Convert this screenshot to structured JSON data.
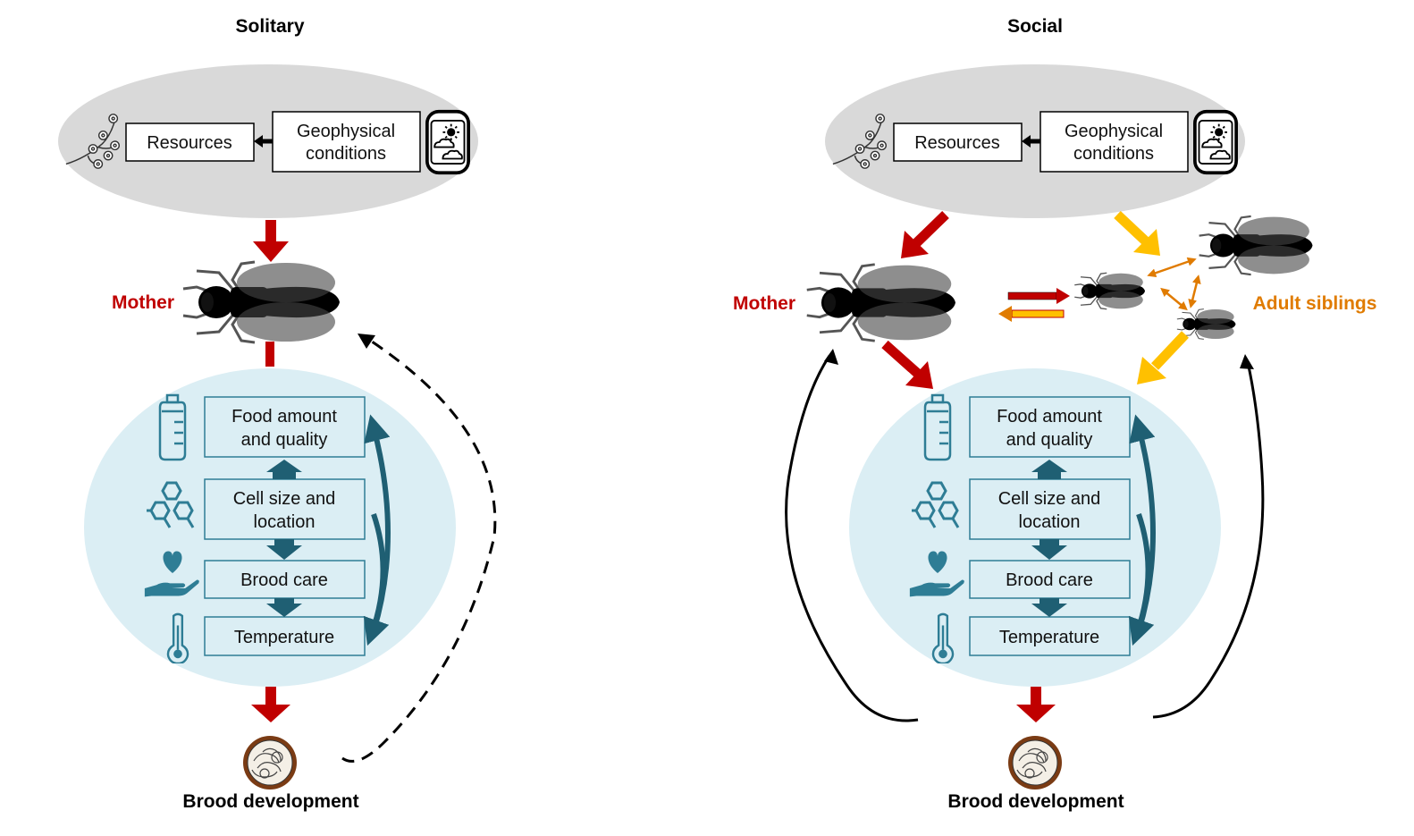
{
  "panels": {
    "solitary": {
      "title": "Solitary",
      "resources": "Resources",
      "geo_line1": "Geophysical",
      "geo_line2": "conditions",
      "mother": "Mother",
      "food_line1": "Food amount",
      "food_line2": "and quality",
      "cell_line1": "Cell size and",
      "cell_line2": "location",
      "brood_care": "Brood care",
      "temperature": "Temperature",
      "brood_development": "Brood development"
    },
    "social": {
      "title": "Social",
      "resources": "Resources",
      "geo_line1": "Geophysical",
      "geo_line2": "conditions",
      "mother": "Mother",
      "adult_siblings": "Adult siblings",
      "food_line1": "Food amount",
      "food_line2": "and quality",
      "cell_line1": "Cell size and",
      "cell_line2": "location",
      "brood_care": "Brood care",
      "temperature": "Temperature",
      "brood_development": "Brood development"
    }
  },
  "colors": {
    "mother_red": "#c00000",
    "sibling_orange": "#e07b00",
    "sibling_yellow": "#ffc000",
    "teal": "#2e7d95",
    "teal_dark": "#1f5f73",
    "env_gray": "#d9d9d9",
    "nest_blue": "#dbeef4"
  },
  "icons": [
    "blossom-branch-icon",
    "weather-icon",
    "bottle-icon",
    "honeycomb-icon",
    "heart-hand-icon",
    "thermometer-icon",
    "brood-larva-icon",
    "bee-icon"
  ]
}
